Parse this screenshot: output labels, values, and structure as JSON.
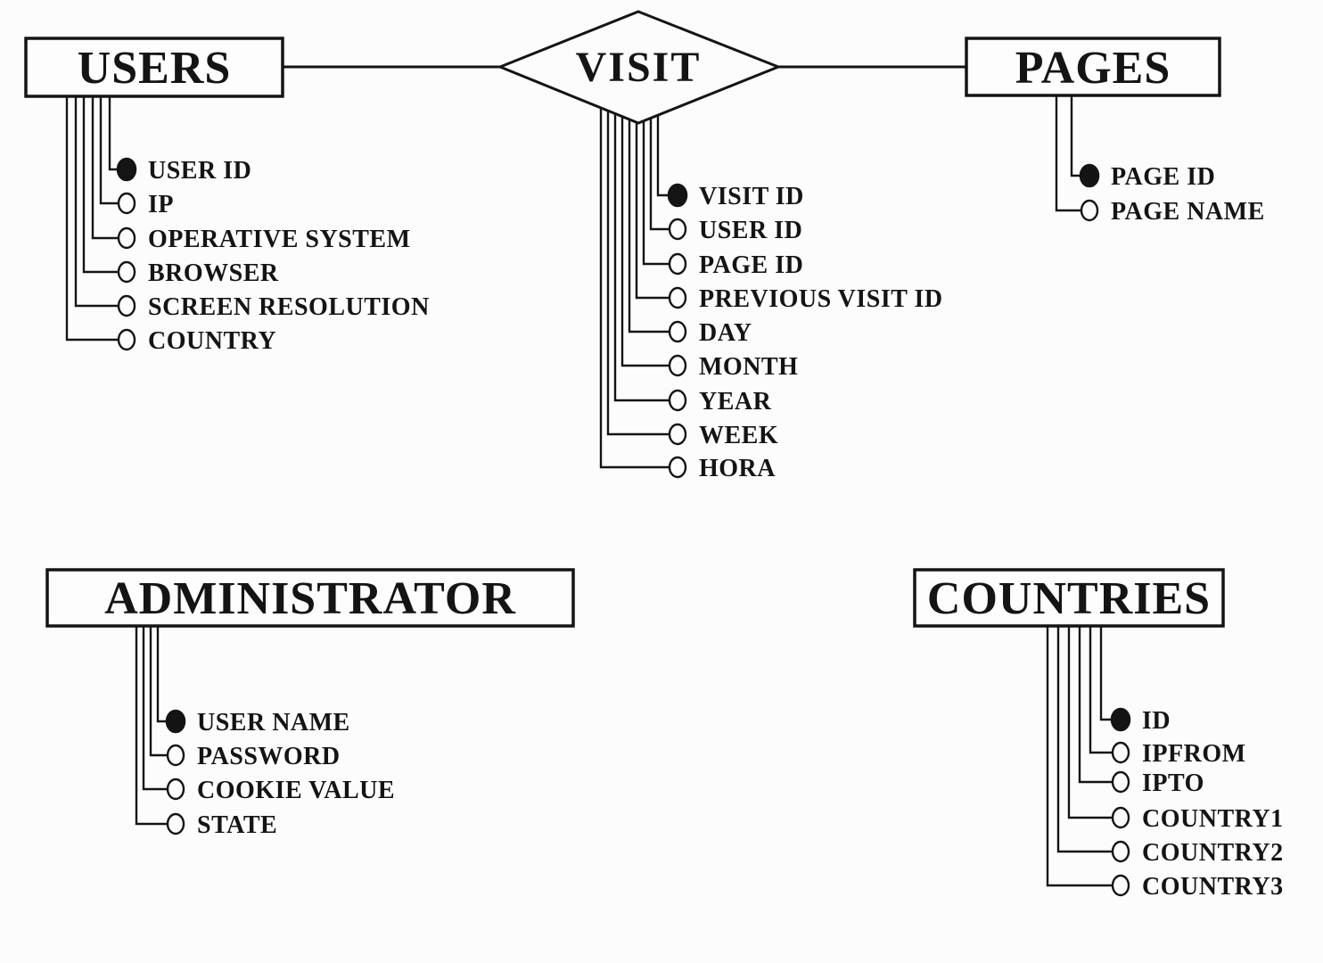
{
  "colors": {
    "ink": "#141414",
    "background": "#fcfcfc",
    "box_fill": "#fdfdfd"
  },
  "entities": [
    {
      "label": "USERS",
      "attributes": [
        {
          "label": "USER ID",
          "key": true
        },
        {
          "label": "IP",
          "key": false
        },
        {
          "label": "OPERATIVE SYSTEM",
          "key": false
        },
        {
          "label": "BROWSER",
          "key": false
        },
        {
          "label": "SCREEN RESOLUTION",
          "key": false
        },
        {
          "label": "COUNTRY",
          "key": false
        }
      ]
    },
    {
      "label": "PAGES",
      "attributes": [
        {
          "label": "PAGE ID",
          "key": true
        },
        {
          "label": "PAGE NAME",
          "key": false
        }
      ]
    },
    {
      "label": "ADMINISTRATOR",
      "attributes": [
        {
          "label": "USER NAME",
          "key": true
        },
        {
          "label": "PASSWORD",
          "key": false
        },
        {
          "label": "COOKIE VALUE",
          "key": false
        },
        {
          "label": "STATE",
          "key": false
        }
      ]
    },
    {
      "label": "COUNTRIES",
      "attributes": [
        {
          "label": "ID",
          "key": true
        },
        {
          "label": "IPFROM",
          "key": false
        },
        {
          "label": "IPTO",
          "key": false
        },
        {
          "label": "COUNTRY1",
          "key": false
        },
        {
          "label": "COUNTRY2",
          "key": false
        },
        {
          "label": "COUNTRY3",
          "key": false
        }
      ]
    }
  ],
  "relationships": [
    {
      "label": "VISIT",
      "connects": [
        "USERS",
        "PAGES"
      ],
      "attributes": [
        {
          "label": "VISIT ID",
          "key": true
        },
        {
          "label": "USER ID",
          "key": false
        },
        {
          "label": "PAGE ID",
          "key": false
        },
        {
          "label": "PREVIOUS VISIT ID",
          "key": false
        },
        {
          "label": "DAY",
          "key": false
        },
        {
          "label": "MONTH",
          "key": false
        },
        {
          "label": "YEAR",
          "key": false
        },
        {
          "label": "WEEK",
          "key": false
        },
        {
          "label": "HORA",
          "key": false
        }
      ]
    }
  ]
}
